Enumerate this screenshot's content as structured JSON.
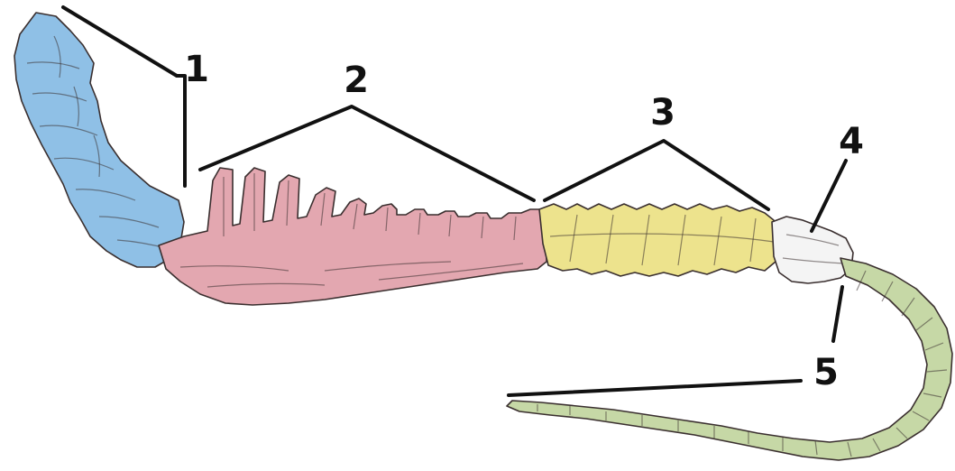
{
  "labels": {
    "cervical": "1",
    "thoracic": "2",
    "lumbar": "3",
    "sacral": "4",
    "caudal": "5"
  },
  "colors": {
    "cervical": "#8fc0e6",
    "thoracic": "#e3a7b0",
    "lumbar": "#ede38d",
    "sacral": "#f4f4f4",
    "caudal": "#c6d8a6",
    "leader": "#111111",
    "outline": "#3a2f2f"
  }
}
